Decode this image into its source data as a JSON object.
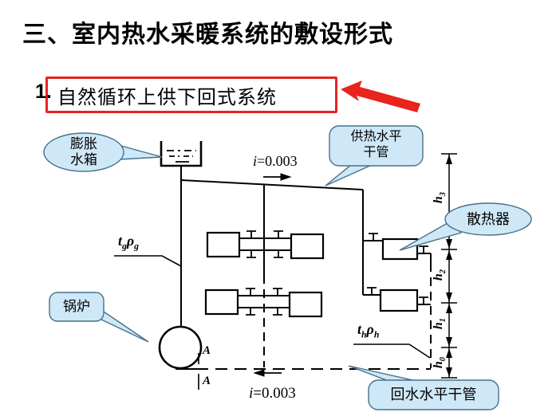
{
  "title": "三、室内热水采暖系统的敷设形式",
  "subtitle": {
    "number": "1.",
    "text": "自然循环上供下回式系统"
  },
  "callouts": {
    "expansion_tank": {
      "line1": "膨胀",
      "line2": "水箱"
    },
    "supply_main": {
      "line1": "供热水平",
      "line2": "干管"
    },
    "radiator": "散热器",
    "boiler": "锅炉",
    "return_main": "回水水平干管"
  },
  "annotations": {
    "slope_top": {
      "sym": "i",
      "val": "=0.003"
    },
    "slope_bottom": {
      "sym": "i",
      "val": "=0.003"
    },
    "supply_temp": {
      "b1": "t",
      "s1": "g",
      "b2": "ρ",
      "s2": "g"
    },
    "return_temp": {
      "b1": "t",
      "s1": "h",
      "b2": "ρ",
      "s2": "h"
    },
    "section_mark_top": "A",
    "section_mark_bottom": "A",
    "h3": {
      "base": "h",
      "sub": "3"
    },
    "h2": {
      "base": "h",
      "sub": "2"
    },
    "h1": {
      "base": "h",
      "sub": "1"
    },
    "h0": {
      "base": "h",
      "sub": "0"
    }
  },
  "colors": {
    "accent_red": "#e8241d",
    "callout_fill": "#cfe8f7",
    "callout_stroke": "#46718c",
    "line_black": "#000000"
  }
}
